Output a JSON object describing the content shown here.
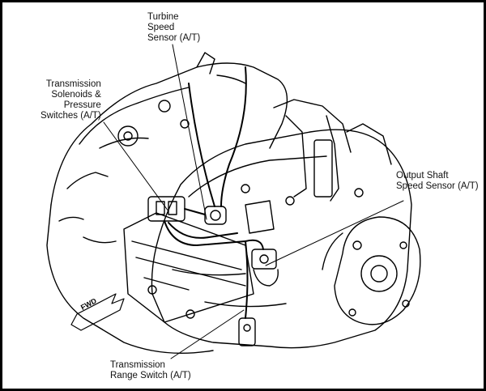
{
  "labels": {
    "turbine_speed_sensor": "Turbine\nSpeed\nSensor (A/T)",
    "solenoids_switches": "Transmission\nSolenoids &\nPressure\nSwitches (A/T)",
    "output_shaft_sensor": "Output Shaft\nSpeed Sensor (A/T)",
    "range_switch": "Transmission\nRange Switch (A/T)",
    "fwd_arrow": "FWD"
  },
  "colors": {
    "line": "#000000",
    "background": "#ffffff"
  }
}
